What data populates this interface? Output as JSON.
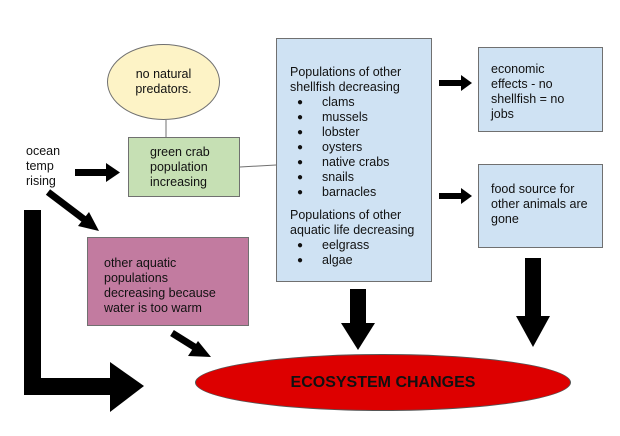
{
  "nodes": {
    "no_predators": "no natural predators.",
    "green_crab": [
      "green crab",
      "population",
      "increasing"
    ],
    "ocean_temp": [
      "ocean",
      "temp",
      "rising"
    ],
    "other_aquatic": [
      "other aquatic",
      "populations",
      "decreasing because",
      "water is too warm"
    ],
    "shellfish_heading": [
      "Populations of other",
      "shellfish decreasing"
    ],
    "shellfish_items": [
      "clams",
      "mussels",
      "lobster",
      "oysters",
      "native crabs",
      "snails",
      "barnacles"
    ],
    "aquatic_heading": [
      "Populations of other",
      "aquatic life decreasing"
    ],
    "aquatic_items": [
      "eelgrass",
      "algae"
    ],
    "economic": [
      "economic",
      "effects - no",
      "shellfish = no",
      "jobs"
    ],
    "food_source": [
      "food source for",
      "other animals are",
      "gone"
    ],
    "ecosystem": "ECOSYSTEM CHANGES"
  },
  "colors": {
    "ellipse_fill": "#fdf3c6",
    "green_fill": "#c6e0b4",
    "pink_fill": "#c27ba0",
    "blue_fill": "#cfe2f3",
    "red_fill": "#dd0000",
    "arrow": "#000000"
  }
}
